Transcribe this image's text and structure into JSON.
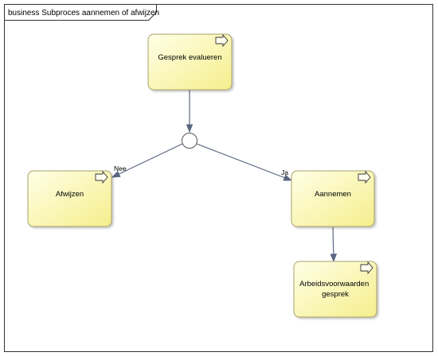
{
  "frame": {
    "title": "business Subproces aannemen of afwijzen"
  },
  "nodes": {
    "evaluate": {
      "label_lines": [
        "Gesprek evalueren"
      ],
      "icon": "subprocess-arrow-icon"
    },
    "reject": {
      "label_lines": [
        "Afwijzen"
      ],
      "icon": "subprocess-arrow-icon"
    },
    "hire": {
      "label_lines": [
        "Aannemen"
      ],
      "icon": "subprocess-arrow-icon"
    },
    "terms": {
      "label_lines": [
        "Arbeidsvoorwaarden",
        "gesprek"
      ],
      "icon": "subprocess-arrow-icon"
    }
  },
  "gateway": {
    "shape": "circle"
  },
  "edges": {
    "no": {
      "label": "Nee"
    },
    "yes": {
      "label": "Ja"
    }
  },
  "colors": {
    "activity_fill_light": "#ffffe6",
    "activity_fill_dark": "#f5ee8c",
    "activity_border": "#a8a26a",
    "edge": "#5a6680",
    "frame": "#333333"
  }
}
